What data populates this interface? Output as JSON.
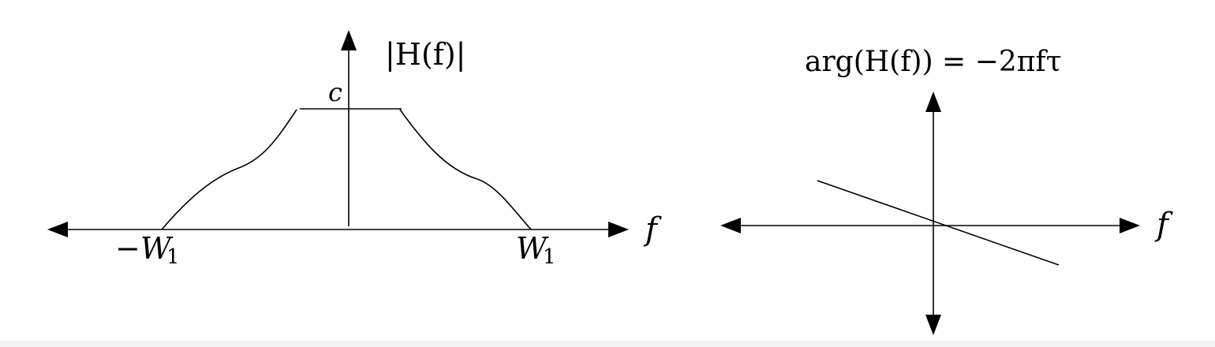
{
  "magnitude_plot": {
    "title": "|H(f)|",
    "level_label": "c",
    "x_axis_label": "f",
    "left_cutoff_label": "−W",
    "left_cutoff_subscript": "1",
    "right_cutoff_label": "W",
    "right_cutoff_subscript": "1"
  },
  "phase_plot": {
    "title": "arg(H(f)) = −2πfτ",
    "x_axis_label": "f"
  },
  "colors": {
    "stroke": "#000000",
    "background": "#ffffff"
  }
}
